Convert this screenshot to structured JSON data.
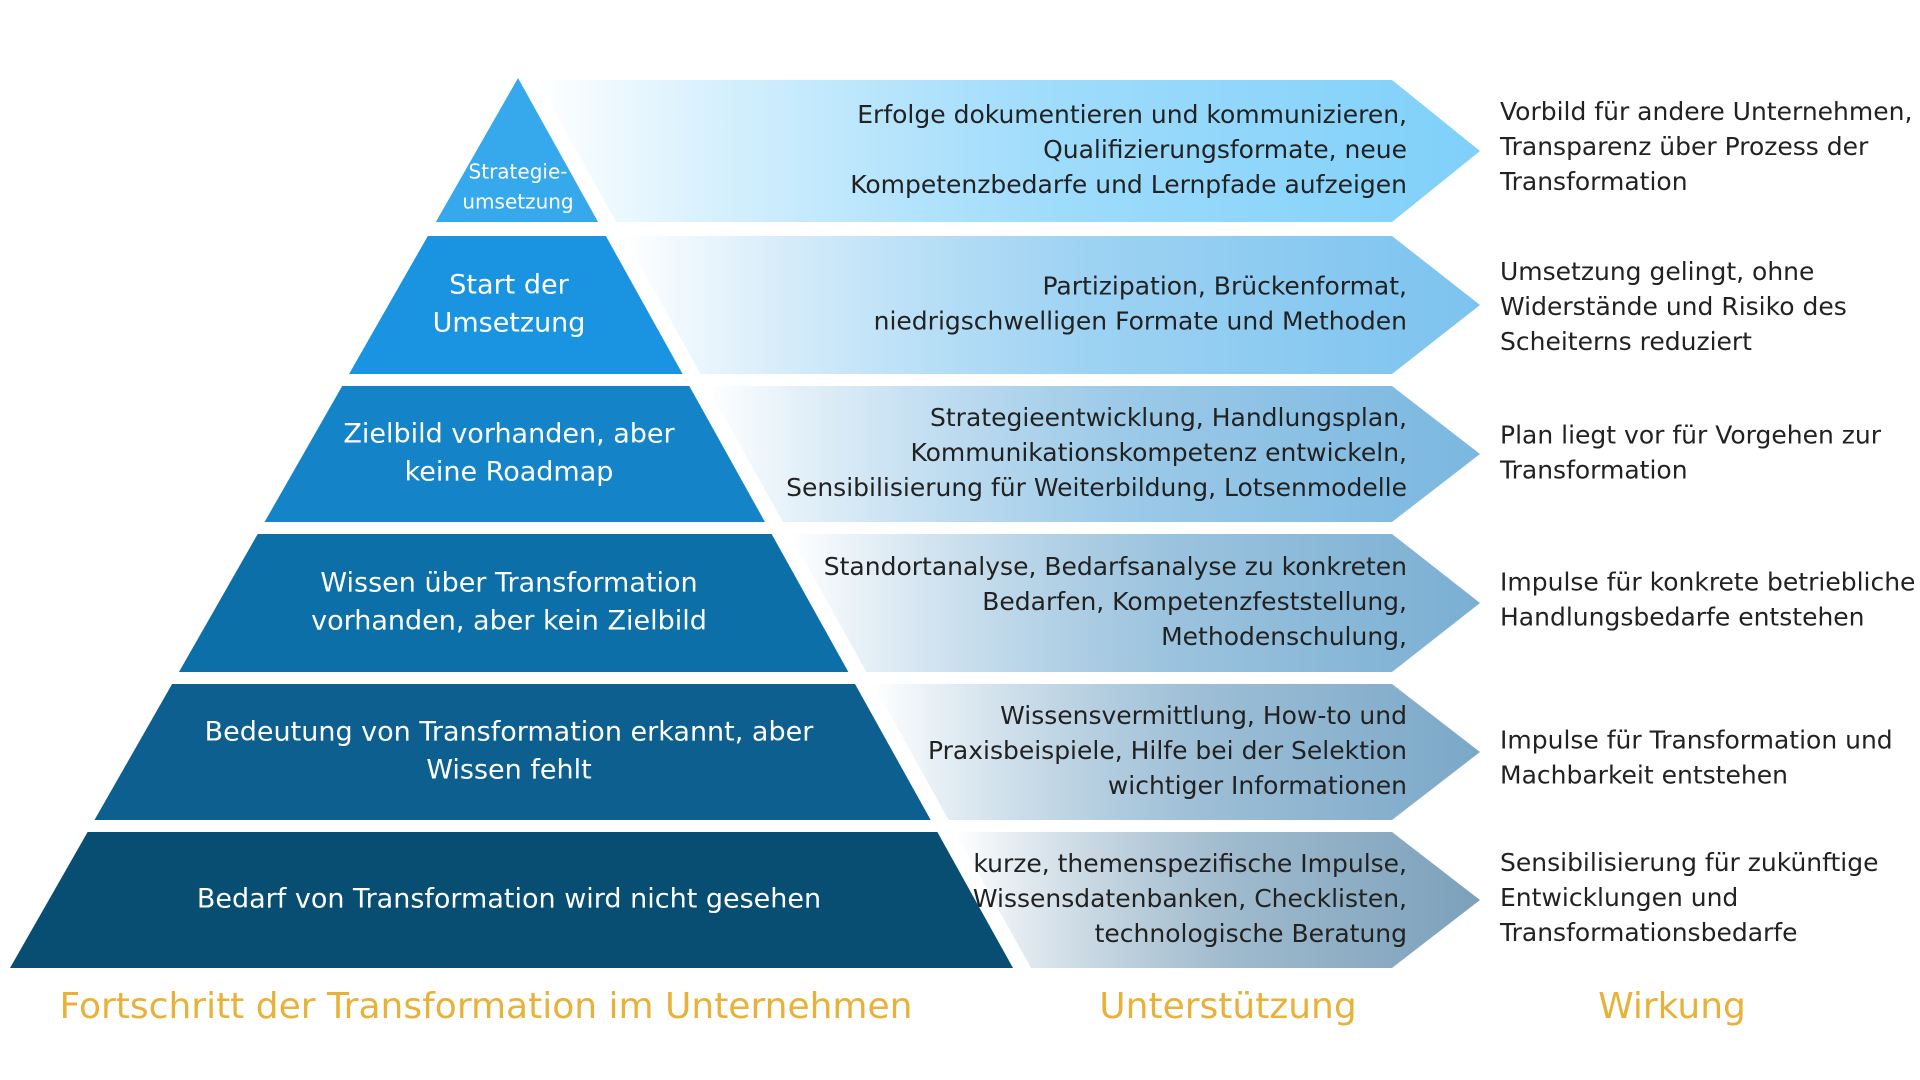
{
  "levels": [
    {
      "lines": [
        "Strategie-",
        "umsetzung"
      ],
      "color": "#36a9ed"
    },
    {
      "lines": [
        "Start der",
        "Umsetzung"
      ],
      "color": "#1a94e0"
    },
    {
      "lines": [
        "Zielbild vorhanden, aber",
        "keine Roadmap"
      ],
      "color": "#1483c8"
    },
    {
      "lines": [
        "Wissen über Transformation",
        "vorhanden, aber kein Zielbild"
      ],
      "color": "#0d6fa8"
    },
    {
      "lines": [
        "Bedeutung von Transformation erkannt, aber",
        "Wissen fehlt"
      ],
      "color": "#0c5f8f"
    },
    {
      "lines": [
        "Bedarf von Transformation wird nicht gesehen"
      ],
      "color": "#084d72"
    }
  ],
  "support": [
    {
      "lines": [
        "Erfolge dokumentieren und kommunizieren,",
        "Qualifizierungsformate, neue",
        "Kompetenzbedarfe und Lernpfade aufzeigen"
      ],
      "color": "#7fd0fa"
    },
    {
      "lines": [
        "Partizipation, Brückenformat,",
        "niedrigschwelligen Formate und  Methoden"
      ],
      "color": "#7cc3ef"
    },
    {
      "lines": [
        "Strategieentwicklung, Handlungsplan,",
        "Kommunikationskompetenz entwickeln,",
        "Sensibilisierung für Weiterbildung, Lotsenmodelle"
      ],
      "color": "#7ab7e0"
    },
    {
      "lines": [
        "Standortanalyse, Bedarfsanalyse zu konkreten",
        "Bedarfen, Kompetenzfeststellung,",
        "Methodenschulung,"
      ],
      "color": "#7aafd3"
    },
    {
      "lines": [
        "Wissensvermittlung, How-to und",
        "Praxisbeispiele, Hilfe bei der Selektion",
        "wichtiger Informationen"
      ],
      "color": "#7ba8c8"
    },
    {
      "lines": [
        "kurze, themenspezifische Impulse,",
        "Wissensdatenbanken, Checklisten,",
        "technologische Beratung"
      ],
      "color": "#7ca1bb"
    }
  ],
  "effects": [
    {
      "lines": [
        "Vorbild für andere Unternehmen,",
        "Transparenz über Prozess der",
        "Transformation"
      ]
    },
    {
      "lines": [
        "Umsetzung gelingt, ohne",
        "Widerstände und Risiko des",
        "Scheiterns reduziert"
      ]
    },
    {
      "lines": [
        "Plan liegt vor für Vorgehen zur",
        "Transformation"
      ]
    },
    {
      "lines": [
        "Impulse für konkrete betriebliche",
        "Handlungsbedarfe entstehen"
      ]
    },
    {
      "lines": [
        "Impulse für Transformation und",
        "Machbarkeit entstehen"
      ]
    },
    {
      "lines": [
        "Sensibilisierung für zukünftige",
        "Entwicklungen und",
        "Transformationsbedarfe"
      ]
    }
  ],
  "footer": {
    "progress": "Fortschritt der Transformation im Unternehmen",
    "support": "Unterstützung",
    "effect": "Wirkung"
  }
}
